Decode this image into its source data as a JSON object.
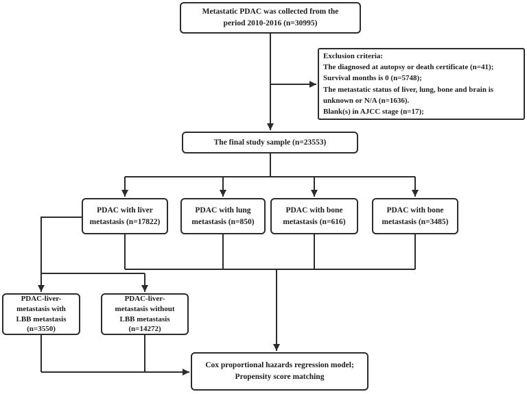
{
  "flowchart": {
    "nodes": {
      "collection": {
        "lines": [
          "Metastatic PDAC was collected from the",
          "period 2010-2016 (n=30995)"
        ]
      },
      "exclusion": {
        "lines": [
          "Exclusion criteria:",
          "The diagnosed at autopsy or death certificate (n=41);",
          "Survival months is 0 (n=5748);",
          "The metastatic status of liver, lung, bone and brain is",
          "unknown or N/A (n=1636).",
          "Blank(s) in AJCC stage (n=17);"
        ]
      },
      "final_sample": {
        "lines": [
          "The final study sample (n=23553)"
        ]
      },
      "liver_met": {
        "lines": [
          "PDAC with liver",
          "metastasis (n=17822)"
        ]
      },
      "lung_met": {
        "lines": [
          "PDAC with lung",
          "metastasis (n=850)"
        ]
      },
      "bone_met": {
        "lines": [
          "PDAC with bone",
          "metastasis (n=616)"
        ]
      },
      "bone_met_2": {
        "lines": [
          "PDAC with bone",
          "metastasis (n=3485)"
        ]
      },
      "lbb_with": {
        "lines": [
          "PDAC-liver-",
          "metastasis with",
          "LBB metastasis",
          "(n=3550)"
        ]
      },
      "lbb_without": {
        "lines": [
          "PDAC-liver-",
          "metastasis without",
          "LBB metastasis",
          "(n=14272)"
        ]
      },
      "cox": {
        "lines": [
          "Cox proportional hazards regression model;",
          "Propensity score matching"
        ]
      }
    },
    "colors": {
      "line": "#2b2b2b",
      "text": "#1d1d1d",
      "background": "#ffffff"
    }
  }
}
